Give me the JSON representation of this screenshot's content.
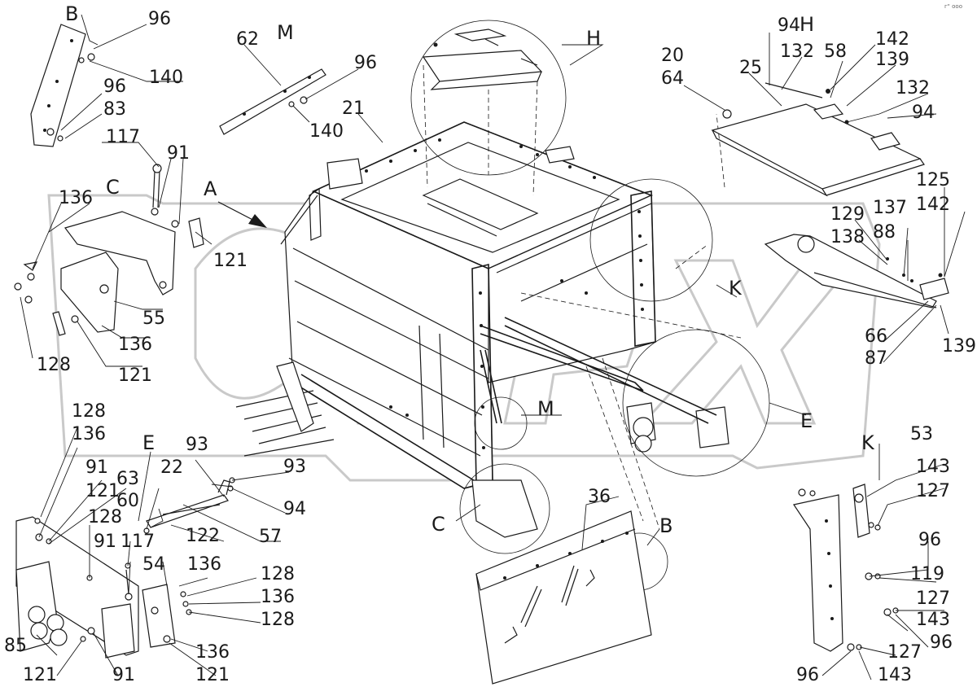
{
  "corner_mark": "г\" ооо",
  "callouts": [
    {
      "id": "c01",
      "text": "B"
    },
    {
      "id": "c02",
      "text": "96"
    },
    {
      "id": "c03",
      "text": "140"
    },
    {
      "id": "c04",
      "text": "96"
    },
    {
      "id": "c05",
      "text": "83"
    },
    {
      "id": "c06",
      "text": "117"
    },
    {
      "id": "c07",
      "text": "91"
    },
    {
      "id": "c08",
      "text": "C"
    },
    {
      "id": "c09",
      "text": "136"
    },
    {
      "id": "c10",
      "text": "A"
    },
    {
      "id": "c11",
      "text": "121"
    },
    {
      "id": "c12",
      "text": "55"
    },
    {
      "id": "c13",
      "text": "136"
    },
    {
      "id": "c14",
      "text": "128"
    },
    {
      "id": "c15",
      "text": "121"
    },
    {
      "id": "c16",
      "text": "62"
    },
    {
      "id": "c17",
      "text": "M"
    },
    {
      "id": "c18",
      "text": "96"
    },
    {
      "id": "c19",
      "text": "140"
    },
    {
      "id": "c20",
      "text": "21"
    },
    {
      "id": "c21",
      "text": "H"
    },
    {
      "id": "c22",
      "text": "94"
    },
    {
      "id": "c23",
      "text": "H"
    },
    {
      "id": "c24",
      "text": "132"
    },
    {
      "id": "c25",
      "text": "58"
    },
    {
      "id": "c26",
      "text": "142"
    },
    {
      "id": "c27",
      "text": "139"
    },
    {
      "id": "c28",
      "text": "20"
    },
    {
      "id": "c29",
      "text": "64"
    },
    {
      "id": "c30",
      "text": "25"
    },
    {
      "id": "c31",
      "text": "132"
    },
    {
      "id": "c32",
      "text": "94"
    },
    {
      "id": "c33",
      "text": "125"
    },
    {
      "id": "c34",
      "text": "142"
    },
    {
      "id": "c35",
      "text": "129"
    },
    {
      "id": "c36",
      "text": "137"
    },
    {
      "id": "c37",
      "text": "88"
    },
    {
      "id": "c38",
      "text": "138"
    },
    {
      "id": "c39",
      "text": "K"
    },
    {
      "id": "c40",
      "text": "66"
    },
    {
      "id": "c41",
      "text": "87"
    },
    {
      "id": "c42",
      "text": "139"
    },
    {
      "id": "c43",
      "text": "E"
    },
    {
      "id": "c44",
      "text": "M"
    },
    {
      "id": "c45",
      "text": "128"
    },
    {
      "id": "c46",
      "text": "136"
    },
    {
      "id": "c47",
      "text": "E"
    },
    {
      "id": "c48",
      "text": "93"
    },
    {
      "id": "c49",
      "text": "63"
    },
    {
      "id": "c50",
      "text": "22"
    },
    {
      "id": "c51",
      "text": "60"
    },
    {
      "id": "c52",
      "text": "91"
    },
    {
      "id": "c53",
      "text": "93"
    },
    {
      "id": "c54",
      "text": "121"
    },
    {
      "id": "c55",
      "text": "94"
    },
    {
      "id": "c56",
      "text": "122"
    },
    {
      "id": "c57",
      "text": "57"
    },
    {
      "id": "c58",
      "text": "128"
    },
    {
      "id": "c59",
      "text": "91"
    },
    {
      "id": "c60",
      "text": "117"
    },
    {
      "id": "c61",
      "text": "54"
    },
    {
      "id": "c62",
      "text": "136"
    },
    {
      "id": "c63",
      "text": "128"
    },
    {
      "id": "c64",
      "text": "136"
    },
    {
      "id": "c65",
      "text": "128"
    },
    {
      "id": "c66",
      "text": "85"
    },
    {
      "id": "c67",
      "text": "136"
    },
    {
      "id": "c68",
      "text": "121"
    },
    {
      "id": "c69",
      "text": "91"
    },
    {
      "id": "c70",
      "text": "121"
    },
    {
      "id": "c71",
      "text": "C"
    },
    {
      "id": "c72",
      "text": "36"
    },
    {
      "id": "c73",
      "text": "B"
    },
    {
      "id": "c74",
      "text": "K"
    },
    {
      "id": "c75",
      "text": "53"
    },
    {
      "id": "c76",
      "text": "143"
    },
    {
      "id": "c77",
      "text": "127"
    },
    {
      "id": "c78",
      "text": "96"
    },
    {
      "id": "c79",
      "text": "119"
    },
    {
      "id": "c80",
      "text": "127"
    },
    {
      "id": "c81",
      "text": "143"
    },
    {
      "id": "c82",
      "text": "96"
    },
    {
      "id": "c83",
      "text": "127"
    },
    {
      "id": "c84",
      "text": "96"
    },
    {
      "id": "c85",
      "text": "143"
    }
  ]
}
